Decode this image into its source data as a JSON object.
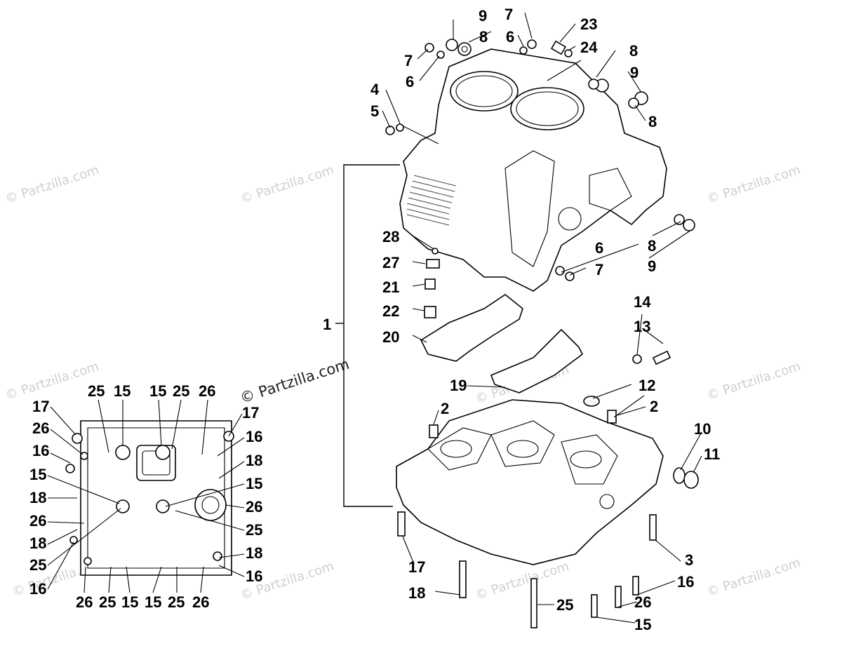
{
  "watermarks": {
    "light": "© Partzilla.com",
    "center": "© Partzilla.com"
  },
  "callouts": {
    "c1": "1",
    "c2a": "2",
    "c2b": "2",
    "c3": "3",
    "c4": "4",
    "c5": "5",
    "c6a": "6",
    "c6b": "6",
    "c6c": "6",
    "c7a": "7",
    "c7b": "7",
    "c7c": "7",
    "c8a": "8",
    "c8b": "8",
    "c8c": "8",
    "c8d": "8",
    "c9a": "9",
    "c9b": "9",
    "c9c": "9",
    "c10": "10",
    "c11": "11",
    "c12": "12",
    "c13": "13",
    "c14": "14",
    "c16": "16",
    "c17": "17",
    "c18": "18",
    "c19": "19",
    "c20": "20",
    "c21": "21",
    "c22": "22",
    "c23": "23",
    "c24": "24",
    "c25": "25",
    "c26": "26",
    "c15": "15",
    "c27": "27",
    "c28": "28"
  },
  "bottom_view": {
    "top_row": [
      "25",
      "15",
      "15",
      "25",
      "26"
    ],
    "left_col": [
      "17",
      "26",
      "16",
      "15",
      "18",
      "26",
      "18",
      "25",
      "16"
    ],
    "right_col": [
      "17",
      "16",
      "18",
      "15",
      "26",
      "25",
      "18",
      "16"
    ],
    "bottom_row": [
      "26",
      "25",
      "15",
      "15",
      "25",
      "26"
    ]
  }
}
